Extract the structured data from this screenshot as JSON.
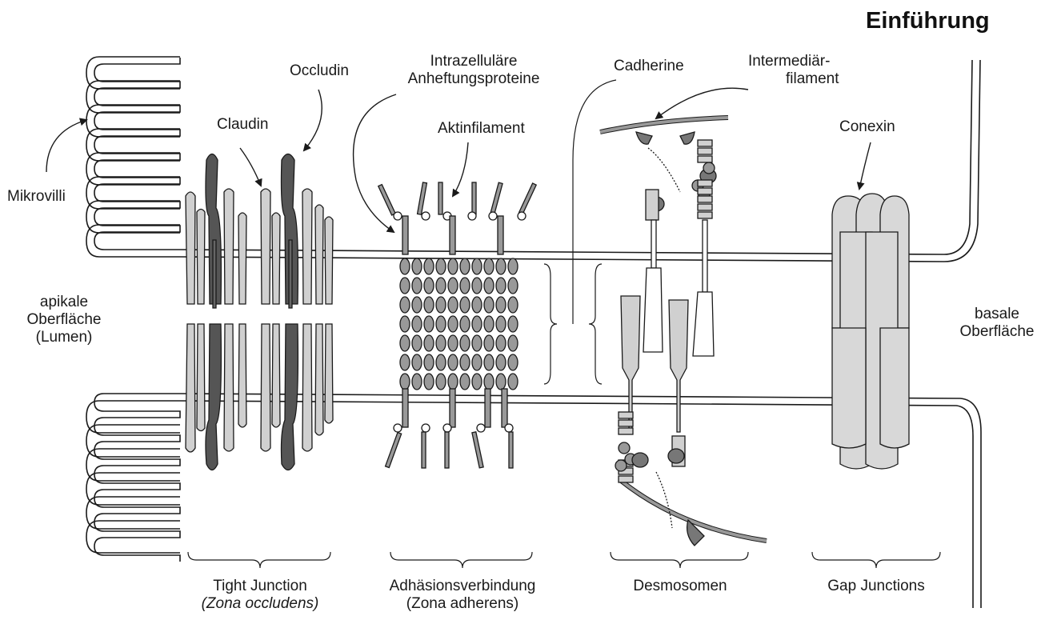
{
  "title": "Einführung",
  "labels": {
    "mikrovilli": "Mikrovilli",
    "occludin": "Occludin",
    "claudin": "Claudin",
    "intrazellulaere_1": "Intrazelluläre",
    "intrazellulaere_2": "Anheftungsproteine",
    "aktinfilament": "Aktinfilament",
    "cadherine": "Cadherine",
    "intermediaer_1": "Intermediär-",
    "intermediaer_2": "filament",
    "conexin": "Conexin",
    "apikale_1": "apikale",
    "apikale_2": "Oberfläche",
    "apikale_3": "(Lumen)",
    "basale_1": "basale",
    "basale_2": "Oberfläche"
  },
  "junctions": {
    "tight_1": "Tight Junction",
    "tight_2": "(Zona occludens)",
    "adherens_1": "Adhäsionsverbindung",
    "adherens_2": "(Zona adherens)",
    "desmosomen": "Desmosomen",
    "gap": "Gap Junctions"
  },
  "colors": {
    "outline": "#1a1a1a",
    "dark_protein": "#555555",
    "mid_protein": "#999999",
    "light_protein": "#d0d0d0"
  }
}
